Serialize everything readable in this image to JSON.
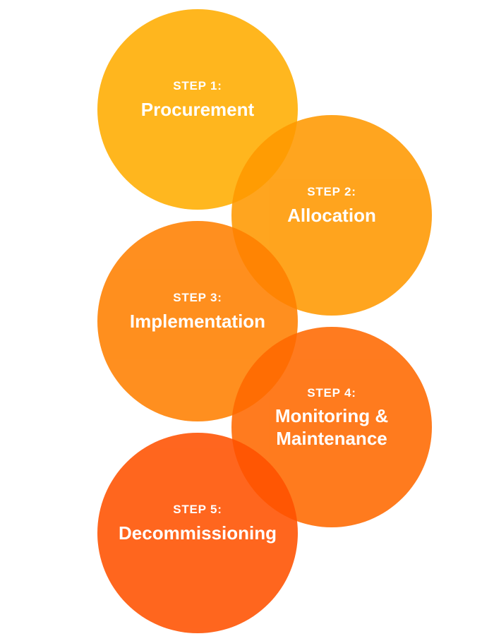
{
  "diagram": {
    "type": "process-steps-overlapping-circles",
    "background_color": "#FFFFFF",
    "text_color": "#FFFFFF",
    "steps": [
      {
        "label": "STEP 1:",
        "title": "Procurement",
        "color": "#FFAD00"
      },
      {
        "label": "STEP 2:",
        "title": "Allocation",
        "color": "#FF9800"
      },
      {
        "label": "STEP 3:",
        "title": "Implementation",
        "color": "#FF8000"
      },
      {
        "label": "STEP 4:",
        "title": "Monitoring & Maintenance",
        "color": "#FF6900"
      },
      {
        "label": "STEP 5:",
        "title": "Decommissioning",
        "color": "#FF5100"
      }
    ]
  }
}
